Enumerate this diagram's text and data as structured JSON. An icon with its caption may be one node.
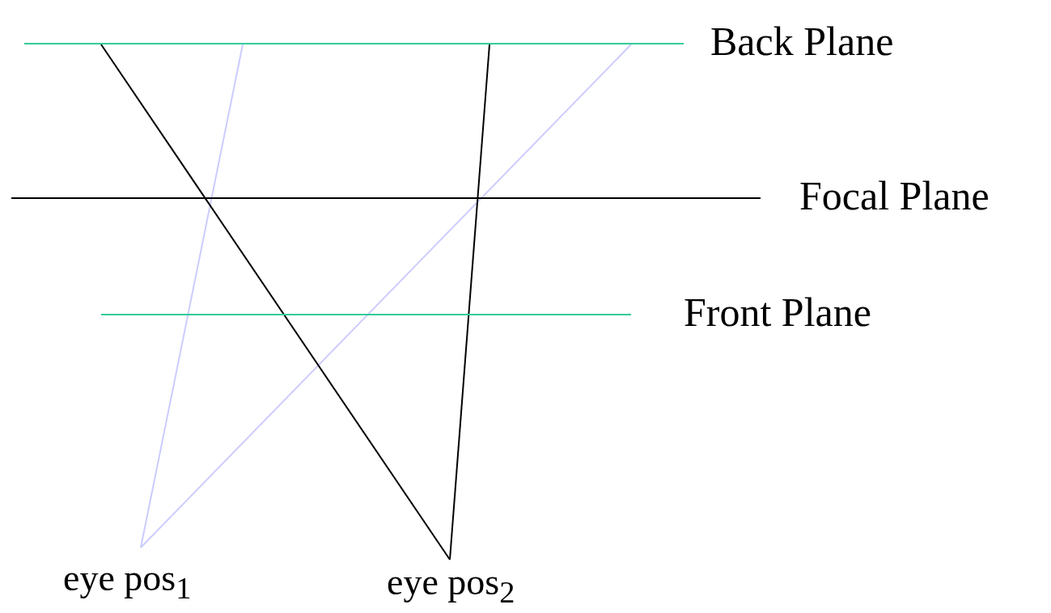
{
  "diagram": {
    "nodes": [
      {
        "text": [
          "Back Plane"
        ]
      },
      {
        "text": [
          "Focal Plane"
        ]
      },
      {
        "text": [
          "Front Plane"
        ]
      },
      {
        "text": [
          "eye pos$_{1}$"
        ]
      },
      {
        "text": [
          "eye pos$_{2}$"
        ]
      }
    ],
    "edges": [
      {
        "from": 3,
        "to": 0,
        "arrow": "none",
        "color": "#ccccff"
      },
      {
        "from": 3,
        "to": 0,
        "arrow": "none",
        "color": "#ccccff"
      },
      {
        "from": 4,
        "to": 0,
        "arrow": "none",
        "color": "#000000"
      },
      {
        "from": 4,
        "to": 0,
        "arrow": "none",
        "color": "#000000"
      }
    ]
  }
}
